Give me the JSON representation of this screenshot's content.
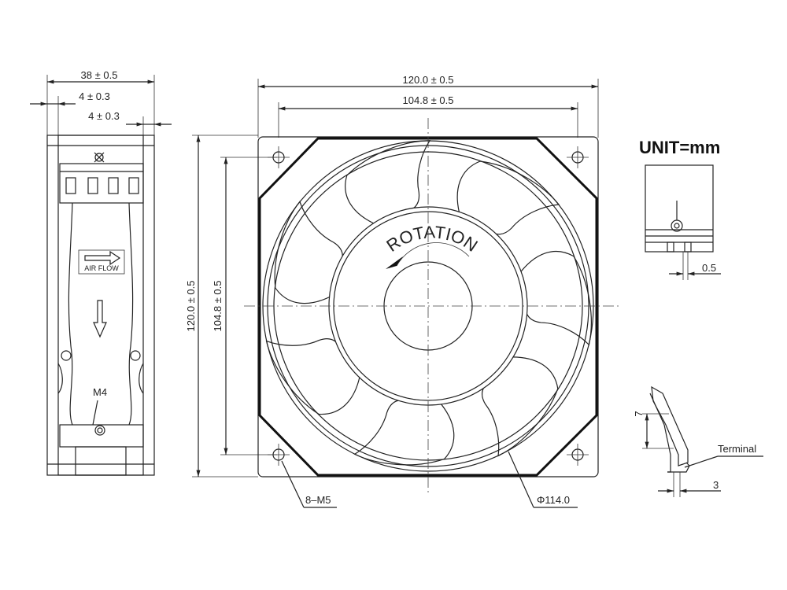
{
  "unit_label": "UNIT=mm",
  "side_view": {
    "width_dim": "38 ± 0.5",
    "flange_dim_top": "4 ± 0.3",
    "flange_dim_bottom": "4 ± 0.3",
    "airflow_label": "AIR FLOW",
    "screw_label": "M4"
  },
  "front_view": {
    "width_dim": "120.0 ± 0.5",
    "hole_spacing_dim": "104.8 ± 0.5",
    "height_dim": "120.0 ± 0.5",
    "hole_spacing_vertical_dim": "104.8 ± 0.5",
    "rotation_label": "ROTATION",
    "mount_hole_label": "8–M5",
    "diameter_label": "Φ114.0"
  },
  "detail_top": {
    "dim": "0.5"
  },
  "detail_terminal": {
    "height_dim": "7",
    "terminal_label": "Terminal",
    "width_dim": "3"
  }
}
